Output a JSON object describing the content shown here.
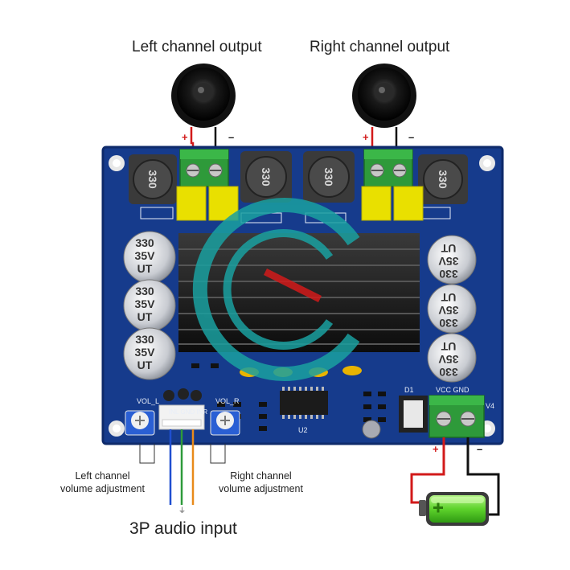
{
  "labels": {
    "left_output": "Left channel output",
    "right_output": "Right channel output",
    "left_volume_line1": "Left channel",
    "left_volume_line2": "volume adjustment",
    "right_volume_line1": "Right channel",
    "right_volume_line2": "volume adjustment",
    "audio_input": "3P audio input"
  },
  "board": {
    "inductor_marking": "330",
    "capacitor_value": "330",
    "capacitor_voltage": "35V",
    "capacitor_brand": "UT",
    "power_pins": "VCC GND",
    "input_pins": "INL GND INR",
    "vol_left_label": "VOL_L",
    "vol_right_label": "VOL_R",
    "chip_label": "U2",
    "terminal_label": "V4",
    "diode_label": "D1"
  },
  "polarity": {
    "plus": "+",
    "minus": "–"
  },
  "colors": {
    "pcb": "#163b8c",
    "heatsink": "#1a1a1a",
    "terminal": "#2e9a3a",
    "film_cap": "#e9e000",
    "wire_red": "#d21a1a",
    "wire_black": "#111111",
    "wire_blue": "#1f4fd0",
    "wire_orange": "#e88a1a",
    "wire_green": "#2e9a3a",
    "battery_fill": "#7be04a",
    "watermark": "#1aa0a0"
  }
}
